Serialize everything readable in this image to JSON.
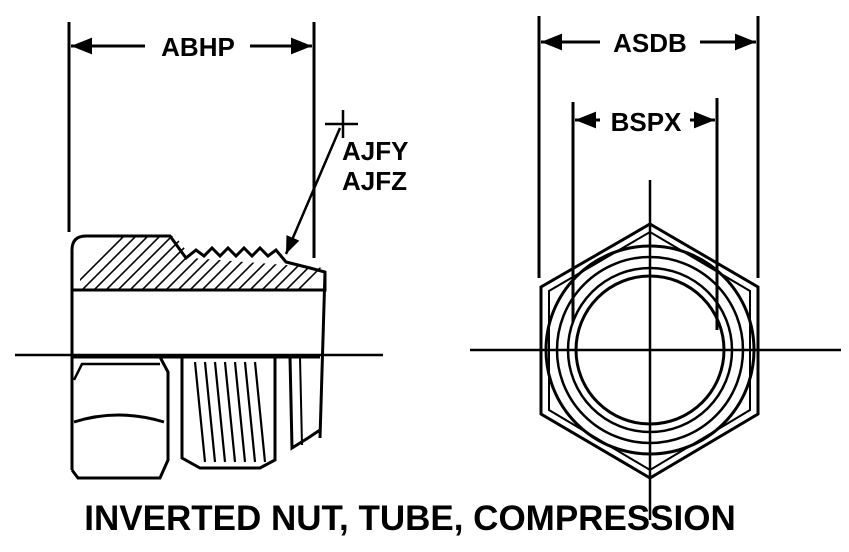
{
  "colors": {
    "ink": "#000000",
    "paper": "#ffffff"
  },
  "dimensions": {
    "left_width": "ABHP",
    "thread_callout_1": "AJFY",
    "thread_callout_2": "AJFZ",
    "hex_across_corners": "ASDB",
    "bore_diameter": "BSPX"
  },
  "caption": "INVERTED NUT, TUBE, COMPRESSION"
}
